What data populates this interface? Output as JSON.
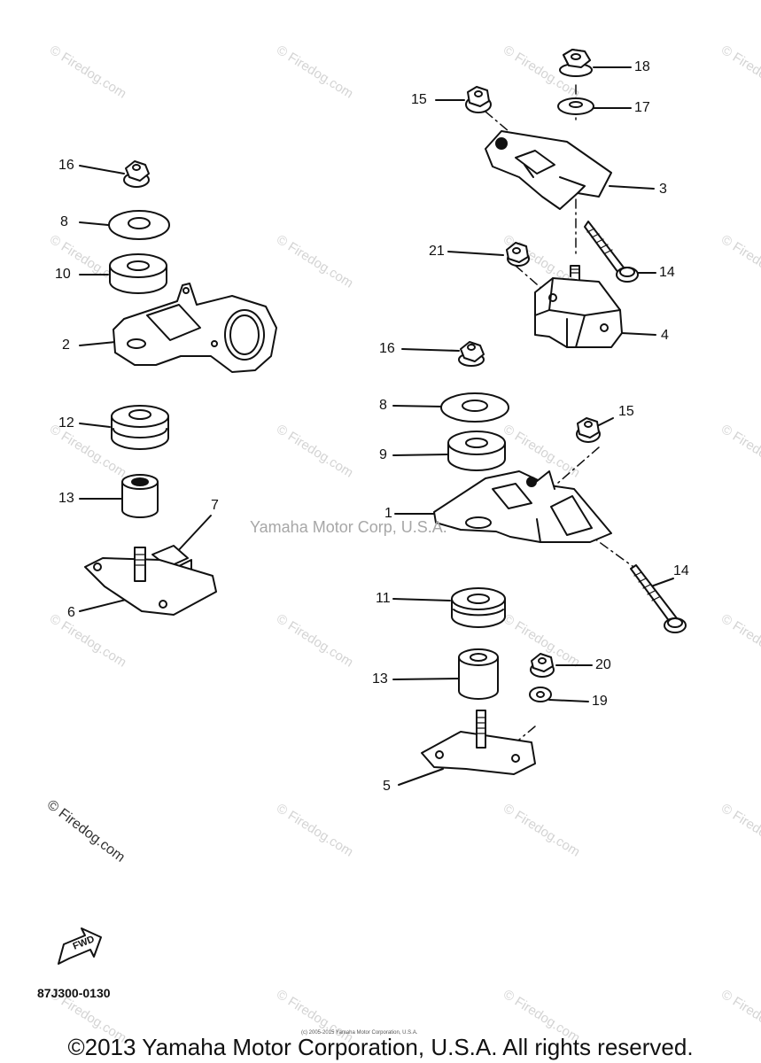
{
  "callouts": [
    {
      "label": "18"
    },
    {
      "label": "15"
    },
    {
      "label": "17"
    },
    {
      "label": "3"
    },
    {
      "label": "16"
    },
    {
      "label": "8"
    },
    {
      "label": "10"
    },
    {
      "label": "2"
    },
    {
      "label": "21"
    },
    {
      "label": "14"
    },
    {
      "label": "4"
    },
    {
      "label": "16"
    },
    {
      "label": "8"
    },
    {
      "label": "15"
    },
    {
      "label": "9"
    },
    {
      "label": "12"
    },
    {
      "label": "1"
    },
    {
      "label": "13"
    },
    {
      "label": "7"
    },
    {
      "label": "6"
    },
    {
      "label": "14"
    },
    {
      "label": "11"
    },
    {
      "label": "13"
    },
    {
      "label": "20"
    },
    {
      "label": "19"
    },
    {
      "label": "5"
    }
  ],
  "watermark": {
    "repeat_text": "© Firedog.com",
    "center_text": "Yamaha Motor Corp, U.S.A.",
    "corner_text": "© Firedog.com",
    "fine_print": "(c) 2005-2015 Yamaha Motor Corporation, U.S.A."
  },
  "fwd_label": "FWD",
  "figure_code": "87J300-0130",
  "copyright": "©2013 Yamaha Motor Corporation, U.S.A. All rights reserved."
}
